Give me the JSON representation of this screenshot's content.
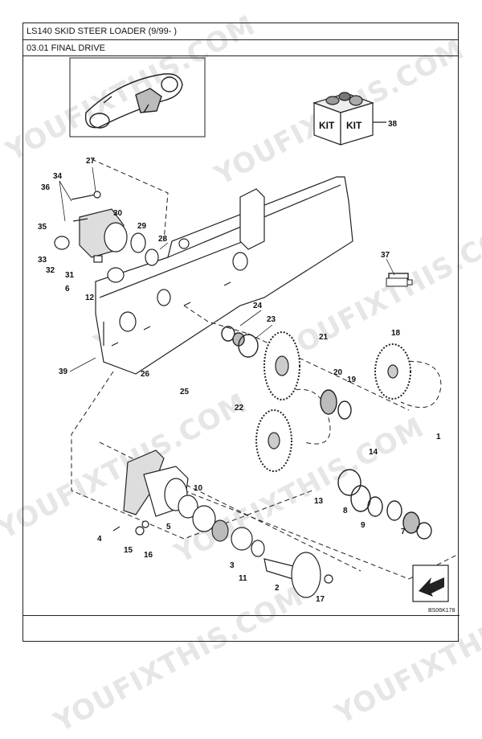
{
  "header": {
    "title": "LS140 SKID STEER LOADER (9/99- )",
    "section": "03.01 FINAL DRIVE"
  },
  "kit": {
    "label_a": "KIT",
    "label_b": "KIT"
  },
  "drawing_code": "BS06K178",
  "watermark": "YOUFIXTHIS.COM",
  "callouts": [
    "1",
    "2",
    "3",
    "4",
    "5",
    "6",
    "7",
    "8",
    "9",
    "10",
    "11",
    "12",
    "13",
    "14",
    "15",
    "16",
    "17",
    "18",
    "19",
    "20",
    "21",
    "22",
    "23",
    "24",
    "25",
    "26",
    "27",
    "28",
    "29",
    "30",
    "31",
    "32",
    "33",
    "34",
    "35",
    "36",
    "37",
    "38",
    "39"
  ]
}
